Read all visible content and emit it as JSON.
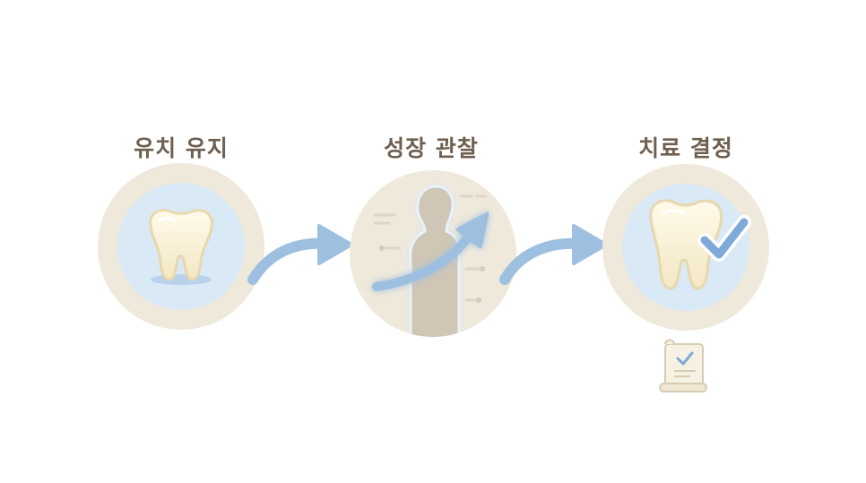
{
  "steps": [
    {
      "label": "유치 유지",
      "icon": "baby-tooth-icon"
    },
    {
      "label": "성장 관찰",
      "icon": "growing-child-icon"
    },
    {
      "label": "치료 결정",
      "icon": "tooth-checkmark-icon"
    }
  ],
  "connectors": [
    "arrow-right-icon",
    "arrow-right-icon"
  ],
  "extra_icon": "document-check-icon",
  "colors": {
    "outer_circle": "#efe9db",
    "inner_circle": "#d9e9f6",
    "tooth": "#fbf4dd",
    "tooth_outline": "#e7d8ae",
    "arrow": "#9dbfe0",
    "silhouette": "#cfc6b5",
    "title": "#6e5f4f"
  }
}
